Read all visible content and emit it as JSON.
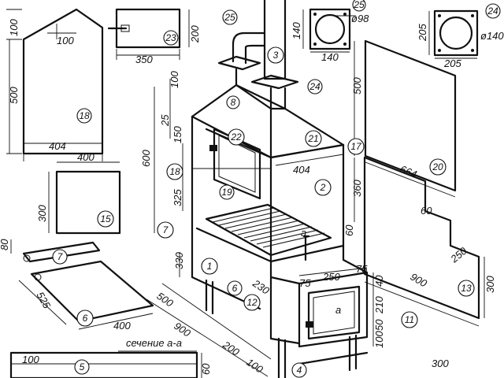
{
  "dimensions": {
    "d100a": "100",
    "d100b": "100",
    "d500a": "500",
    "d404a": "404",
    "d200a": "200",
    "d350": "350",
    "d140a": "140",
    "d140b": "140",
    "d98": "ø98",
    "d205a": "205",
    "d205b": "205",
    "d140c": "ø140",
    "d500b": "500",
    "d664": "664",
    "d360": "360",
    "d60a": "60",
    "d250a": "250",
    "d900a": "900",
    "d300a": "300",
    "d400a": "400",
    "d300b": "300",
    "d100c": "100",
    "d25": "25",
    "d150": "150",
    "d600": "600",
    "d325": "325",
    "d404b": "404",
    "d60b": "60",
    "d330": "330",
    "d75a": "75",
    "d250b": "250",
    "d75b": "75",
    "d40": "40",
    "d210": "210",
    "d50": "50",
    "d100d": "100",
    "d500c": "500",
    "d900b": "900",
    "d200b": "200",
    "d100e": "100",
    "d230": "230",
    "d525": "525",
    "d400b": "400",
    "d80": "80",
    "d100f": "100",
    "d60c": "60",
    "d300c": "300",
    "section_label": "сечение a-a",
    "mark_a1": "a",
    "mark_a2": "a"
  },
  "part_numbers": {
    "p25a": "25",
    "p23": "23",
    "p3": "3",
    "p25b": "25",
    "p24a": "24",
    "p24b": "24",
    "p18a": "18",
    "p8": "8",
    "p22": "22",
    "p21": "21",
    "p17": "17",
    "p20": "20",
    "p15": "15",
    "p18b": "18",
    "p19": "19",
    "p2": "2",
    "p7a": "7",
    "p7b": "7",
    "p1": "1",
    "p6a": "6",
    "p6b": "6",
    "p12": "12",
    "p13": "13",
    "p11": "11",
    "p5": "5",
    "p4": "4"
  }
}
